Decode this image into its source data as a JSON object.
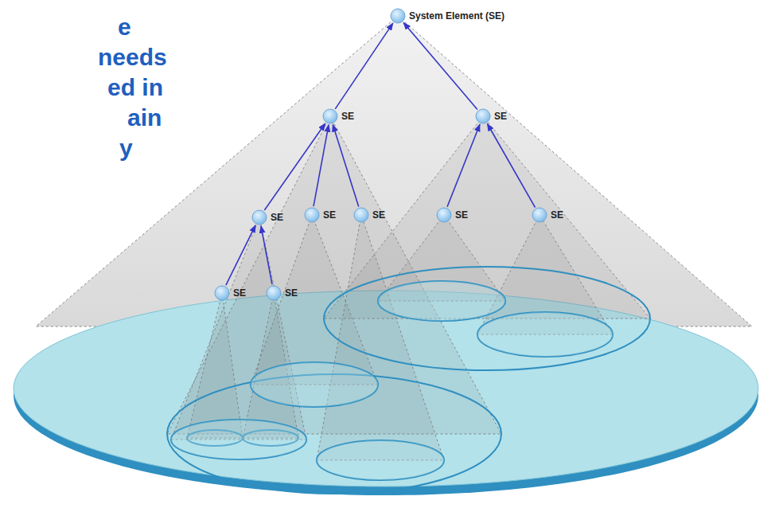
{
  "diagram": {
    "nodes": [
      {
        "text": [
          "System Element (SE)"
        ]
      },
      {
        "text": [
          "SE"
        ]
      },
      {
        "text": [
          "SE"
        ]
      },
      {
        "text": [
          "SE"
        ]
      },
      {
        "text": [
          "SE"
        ]
      },
      {
        "text": [
          "SE"
        ]
      },
      {
        "text": [
          "SE"
        ]
      },
      {
        "text": [
          "SE"
        ]
      },
      {
        "text": [
          "SE"
        ]
      },
      {
        "text": [
          "SE"
        ]
      }
    ],
    "edges": [
      {
        "from": 1,
        "to": 0,
        "arrow": "to"
      },
      {
        "from": 2,
        "to": 0,
        "arrow": "to"
      },
      {
        "from": 3,
        "to": 1,
        "arrow": "to"
      },
      {
        "from": 4,
        "to": 1,
        "arrow": "to"
      },
      {
        "from": 5,
        "to": 1,
        "arrow": "to"
      },
      {
        "from": 6,
        "to": 2,
        "arrow": "to"
      },
      {
        "from": 7,
        "to": 2,
        "arrow": "to"
      },
      {
        "from": 8,
        "to": 3,
        "arrow": "to"
      },
      {
        "from": 9,
        "to": 3,
        "arrow": "to"
      }
    ],
    "labels": [
      "e",
      "needs",
      "ed in",
      "ain",
      "y"
    ]
  }
}
